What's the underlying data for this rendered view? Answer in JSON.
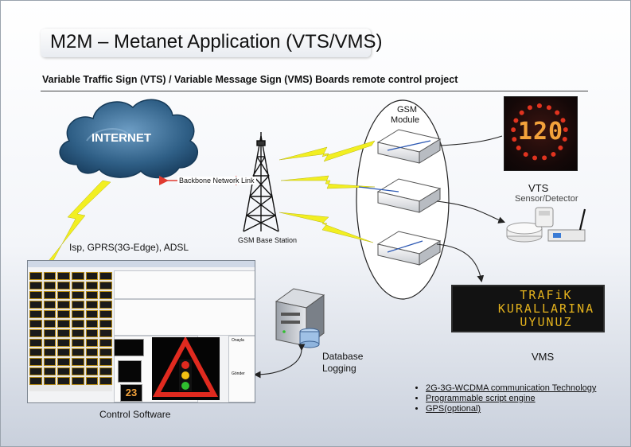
{
  "title": "M2M – Metanet Application (VTS/VMS)",
  "subtitle": "Variable Traffic Sign (VTS) / Variable Message Sign (VMS)  Boards remote control project",
  "labels": {
    "internet": "INTERNET",
    "backbone": "Backbone Network Link",
    "base_station": "GSM Base Station",
    "gsm_module": "GSM\nModule",
    "gsm_module_line1": "GSM",
    "gsm_module_line2": "Module",
    "isp": "Isp, GPRS(3G-Edge), ADSL",
    "vts": "VTS",
    "sensor": "Sensor/Detector",
    "vms": "VMS",
    "database_line1": "Database",
    "database_line2": "Logging",
    "control_software": "Control Software"
  },
  "vts_sign": {
    "speed": "120"
  },
  "vms_board": {
    "lines": [
      "TRAFiK",
      "KURALLARINA",
      "UYUNUZ"
    ]
  },
  "features": [
    "2G-3G-WCDMA communication Technology",
    "Programmable script engine",
    "GPS(optional)"
  ],
  "software_ui": {
    "countdown": "23",
    "buttons": [
      "Onayla",
      "Gönder"
    ]
  },
  "colors": {
    "cloud": "#2f5f86",
    "lightning": "#f2ef22",
    "backbone_arrow": "#e03a2f",
    "vts_ring": "#e0331f",
    "vts_digits": "#f3a23b",
    "vms_text": "#e3b21d"
  }
}
